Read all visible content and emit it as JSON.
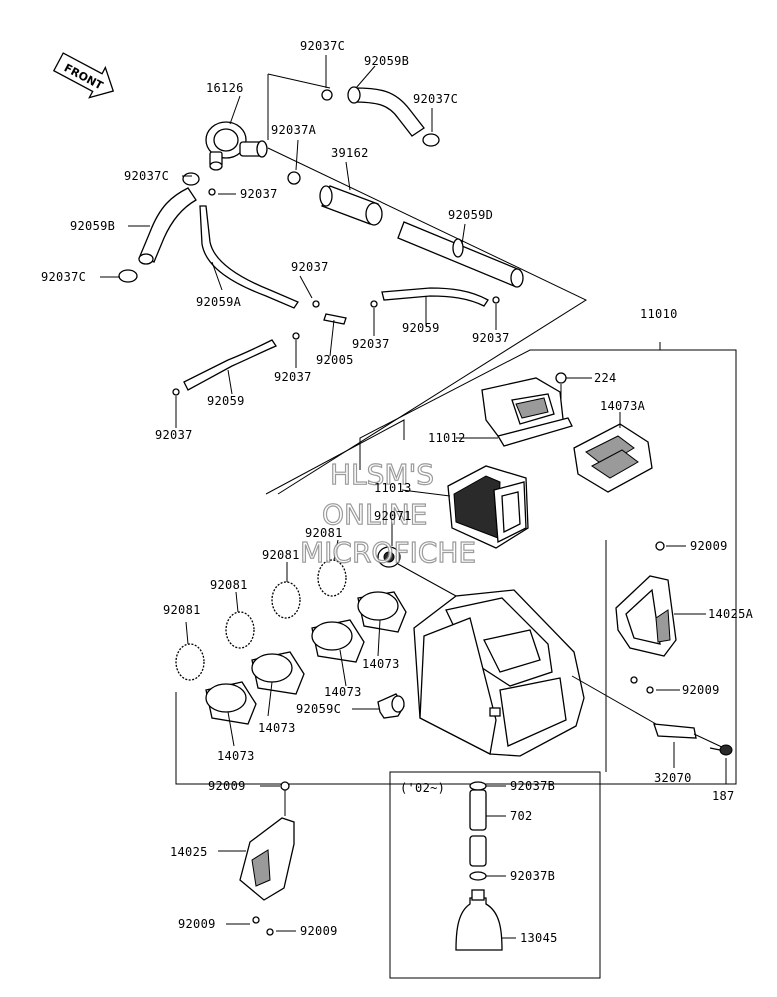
{
  "front_arrow": "FRONT",
  "watermark": [
    "HLSM'S",
    "ONLINE",
    "MICROFICHE"
  ],
  "year_note": "('02~)",
  "labels": [
    {
      "id": "l-92037c-top",
      "text": "92037C"
    },
    {
      "id": "l-92059b-top",
      "text": "92059B"
    },
    {
      "id": "l-16126",
      "text": "16126"
    },
    {
      "id": "l-92037c-right",
      "text": "92037C"
    },
    {
      "id": "l-92037a",
      "text": "92037A"
    },
    {
      "id": "l-39162",
      "text": "39162"
    },
    {
      "id": "l-92037c-left",
      "text": "92037C"
    },
    {
      "id": "l-92037-a",
      "text": "92037"
    },
    {
      "id": "l-92059d",
      "text": "92059D"
    },
    {
      "id": "l-92059b-left",
      "text": "92059B"
    },
    {
      "id": "l-92037-b",
      "text": "92037"
    },
    {
      "id": "l-92037c-low",
      "text": "92037C"
    },
    {
      "id": "l-92059a",
      "text": "92059A"
    },
    {
      "id": "l-92059-a",
      "text": "92059"
    },
    {
      "id": "l-92037-c",
      "text": "92037"
    },
    {
      "id": "l-92005",
      "text": "92005"
    },
    {
      "id": "l-92037-d",
      "text": "92037"
    },
    {
      "id": "l-92037-e",
      "text": "92037"
    },
    {
      "id": "l-11010",
      "text": "11010"
    },
    {
      "id": "l-92059-b",
      "text": "92059"
    },
    {
      "id": "l-92037-f",
      "text": "92037"
    },
    {
      "id": "l-224",
      "text": "224"
    },
    {
      "id": "l-14073a",
      "text": "14073A"
    },
    {
      "id": "l-11012",
      "text": "11012"
    },
    {
      "id": "l-11013",
      "text": "11013"
    },
    {
      "id": "l-92071",
      "text": "92071"
    },
    {
      "id": "l-92081-a",
      "text": "92081"
    },
    {
      "id": "l-92081-b",
      "text": "92081"
    },
    {
      "id": "l-92081-c",
      "text": "92081"
    },
    {
      "id": "l-92081-d",
      "text": "92081"
    },
    {
      "id": "l-92009-a",
      "text": "92009"
    },
    {
      "id": "l-14025a",
      "text": "14025A"
    },
    {
      "id": "l-14073-a",
      "text": "14073"
    },
    {
      "id": "l-14073-b",
      "text": "14073"
    },
    {
      "id": "l-92059c",
      "text": "92059C"
    },
    {
      "id": "l-14073-c",
      "text": "14073"
    },
    {
      "id": "l-14073-d",
      "text": "14073"
    },
    {
      "id": "l-92009-b",
      "text": "92009"
    },
    {
      "id": "l-92009-c",
      "text": "92009"
    },
    {
      "id": "l-92037b-a",
      "text": "92037B"
    },
    {
      "id": "l-702",
      "text": "702"
    },
    {
      "id": "l-14025",
      "text": "14025"
    },
    {
      "id": "l-32070",
      "text": "32070"
    },
    {
      "id": "l-187",
      "text": "187"
    },
    {
      "id": "l-92037b-b",
      "text": "92037B"
    },
    {
      "id": "l-92009-d",
      "text": "92009"
    },
    {
      "id": "l-92009-e",
      "text": "92009"
    },
    {
      "id": "l-13045",
      "text": "13045"
    }
  ]
}
